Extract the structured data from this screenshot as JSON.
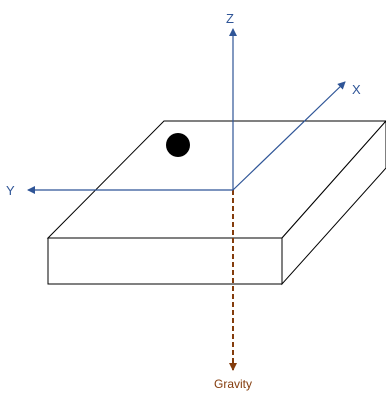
{
  "labels": {
    "z": "Z",
    "x": "X",
    "y": "Y",
    "gravity": "Gravity"
  },
  "colors": {
    "axis": "#2f5597",
    "gravity": "#843c0c",
    "outline": "#000000",
    "marker": "#000000",
    "fill": "#ffffff"
  }
}
